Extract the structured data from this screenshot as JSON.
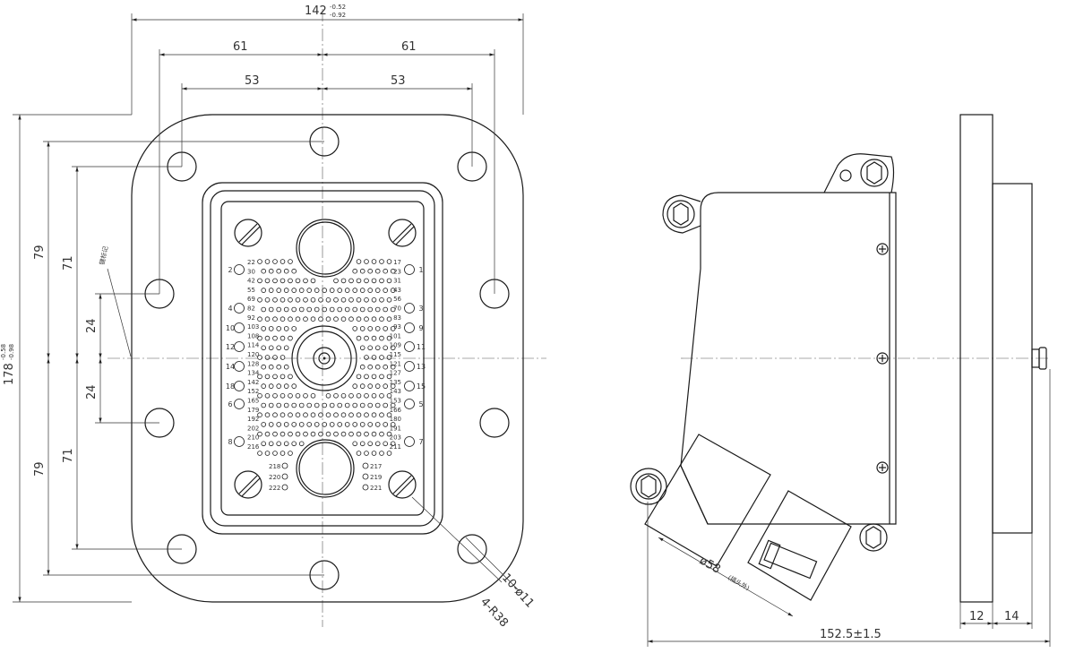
{
  "front_view": {
    "dims": {
      "overall_width_base": "142",
      "overall_width_tol_upper": "-0.52",
      "overall_width_tol_lower": "-0.92",
      "half_61_left": "61",
      "half_61_right": "61",
      "half_53_left": "53",
      "half_53_right": "53",
      "overall_height_base": "178",
      "overall_height_tol_upper": "-0.58",
      "overall_height_tol_lower": "-0.98",
      "v79_top": "79",
      "v71_top": "71",
      "v24_top": "24",
      "v24_bottom": "24",
      "v71_bottom": "71",
      "v79_bottom": "79",
      "holes_callout": "10-ø11",
      "radius_callout": "4-R38",
      "keyway_label": "键标记"
    },
    "contacts": {
      "large_left": [
        "2",
        "4",
        "10",
        "12",
        "14",
        "18",
        "6",
        "8"
      ],
      "large_right": [
        "1",
        "3",
        "9",
        "11",
        "13",
        "15",
        "5",
        "7"
      ],
      "small_left": [
        "22",
        "30",
        "42",
        "55",
        "69",
        "82",
        "92",
        "103",
        "108",
        "114",
        "120",
        "128",
        "134",
        "142",
        "152",
        "165",
        "179",
        "192",
        "202",
        "210",
        "216"
      ],
      "small_right": [
        "17",
        "23",
        "31",
        "43",
        "56",
        "70",
        "83",
        "93",
        "101",
        "109",
        "115",
        "121",
        "127",
        "135",
        "143",
        "153",
        "166",
        "180",
        "191",
        "203",
        "211"
      ],
      "bottom_left": [
        "218",
        "220",
        "222"
      ],
      "bottom_right": [
        "217",
        "219",
        "221"
      ]
    }
  },
  "side_view": {
    "dims": {
      "overall_length": "152.5±1.5",
      "flange_a": "12",
      "flange_b": "14",
      "cable_diameter": "ø58",
      "cable_note": "(插头外)"
    }
  }
}
